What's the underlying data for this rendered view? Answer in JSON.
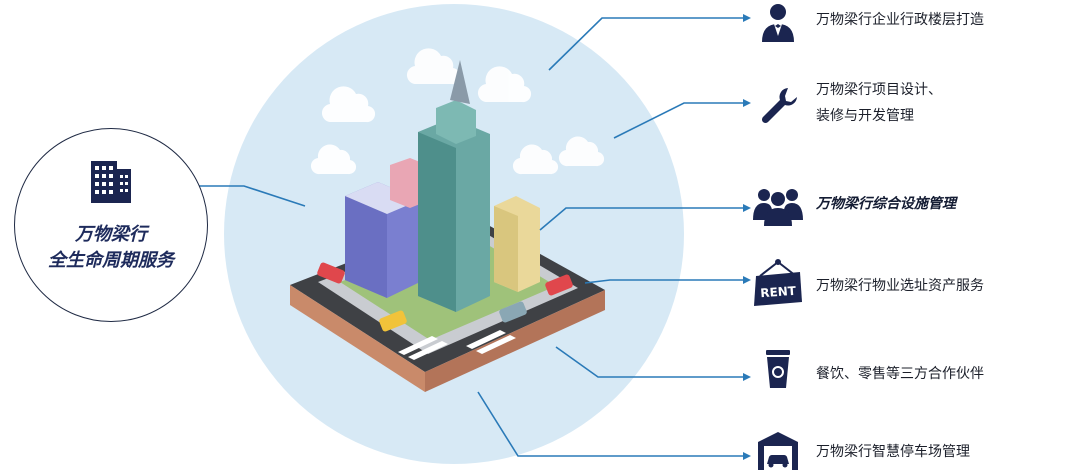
{
  "left_card": {
    "title_line1": "万物梁行",
    "title_line2": "全生命周期服务"
  },
  "services": [
    {
      "text": "万物梁行企业行政楼层打造",
      "icon": "butler-icon"
    },
    {
      "text_line1": "万物梁行项目设计、",
      "text_line2": "装修与开发管理",
      "icon": "wrench-icon"
    },
    {
      "text": "万物梁行综合设施管理",
      "icon": "team-icon",
      "emphasis": true
    },
    {
      "text": "万物梁行物业选址资产服务",
      "icon": "rent-sign-icon",
      "icon_text": "RENT"
    },
    {
      "text": "餐饮、零售等三方合作伙伴",
      "icon": "coffee-cup-icon"
    },
    {
      "text": "万物梁行智慧停车场管理",
      "icon": "parking-garage-icon"
    }
  ],
  "colors": {
    "circle_bg": "#d7e9f5",
    "connector_line": "#2a7ab8",
    "icon_navy": "#1b2550",
    "road": "#3f4145",
    "ground_side": "#c98a6a"
  }
}
